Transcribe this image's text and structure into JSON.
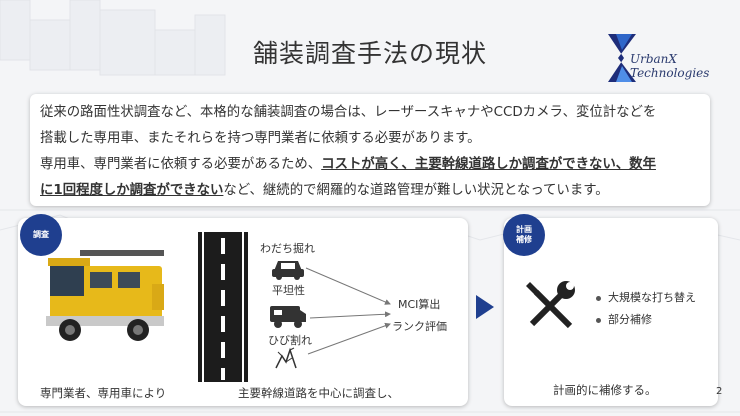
{
  "slide": {
    "title": "舗装調査手法の現状",
    "page_number": "2"
  },
  "logo": {
    "line1": "UrbanX",
    "line2": "Technologies"
  },
  "intro": {
    "line1": "従来の路面性状調査など、本格的な舗装調査の場合は、レーザースキャナやCCDカメラ、変位計などを",
    "line2": "搭載した専用車、またそれらを持つ専門業者に依頼する必要があります。",
    "line3_plain": "専用車、専門業者に依頼する必要があるため、",
    "line3_emph": "コストが高く、主要幹線道路しか調査ができない、数年",
    "line4_emph": "に1回程度しか調査ができない",
    "line4_plain": "など、継続的で網羅的な道路管理が難しい状況となっています。"
  },
  "survey": {
    "badge": "調査",
    "label_rutting": "わだち掘れ",
    "label_flatness": "平坦性",
    "label_cracks": "ひび割れ",
    "label_mci": "MCI算出",
    "label_rank": "ランク評価",
    "caption_left": "専門業者、専用車により",
    "caption_mid": "主要幹線道路を中心に調査し、"
  },
  "plan": {
    "badge_line1": "計画",
    "badge_line2": "補修",
    "bullets": [
      "大規模な打ち替え",
      "部分補修"
    ],
    "caption": "計画的に補修する。"
  },
  "icons": {
    "truck": "survey-truck-image",
    "road": "road-lanes-icon",
    "car": "car-icon",
    "rv": "rv-truck-icon",
    "crack": "crack-icon",
    "arrow": "arrow-right-icon",
    "tools": "tools-icon"
  },
  "colors": {
    "accent": "#1f3f8f",
    "truck": "#e7b91a"
  }
}
